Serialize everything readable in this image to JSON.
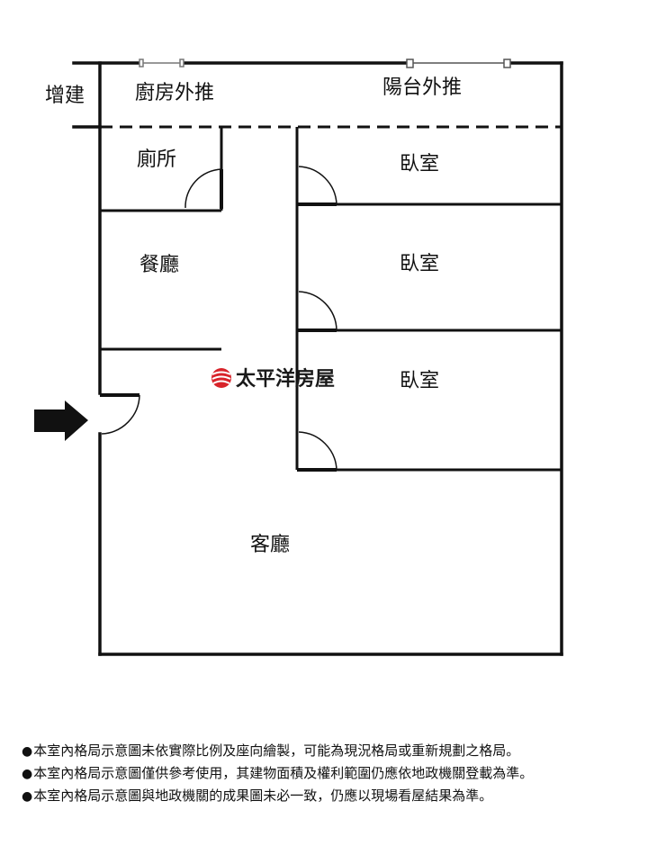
{
  "labels": {
    "extension": "增建",
    "kitchen_ext": "廚房外推",
    "balcony_ext": "陽台外推",
    "toilet": "廁所",
    "dining": "餐廳",
    "bedroom1": "臥室",
    "bedroom2": "臥室",
    "bedroom3": "臥室",
    "living": "客廳"
  },
  "brand": {
    "name": "太平洋房屋",
    "logo_color": "#d8232a"
  },
  "notes": {
    "bullet": "●",
    "lines": [
      "本室內格局示意圖未依實際比例及座向繪製，可能為現況格局或重新規劃之格局。",
      "本室內格局示意圖僅供參考使用，其建物面積及權利範圍仍應依地政機關登載為準。",
      "本室內格局示意圖與地政機關的成果圖未必一致，仍應以現場看屋結果為準。"
    ]
  },
  "colors": {
    "wall": "#111111",
    "window": "#888888"
  }
}
